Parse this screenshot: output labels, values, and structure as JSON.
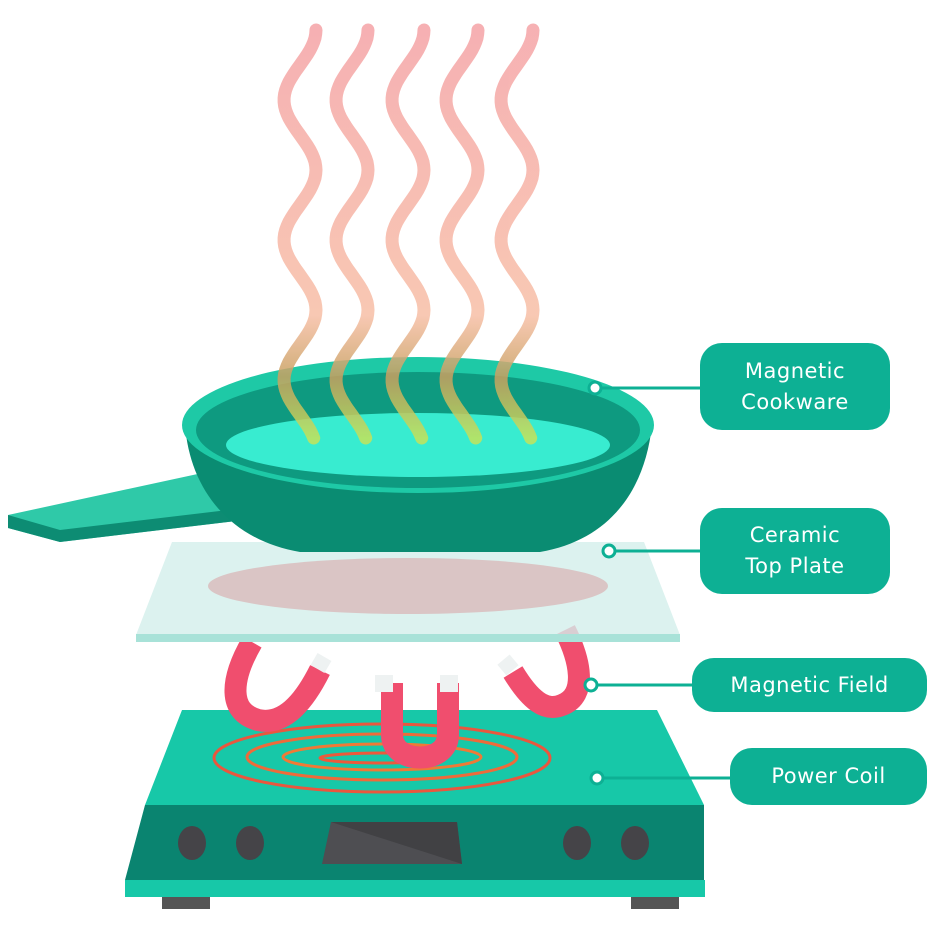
{
  "labels": {
    "cookware": "Magnetic\nCookware",
    "top_plate": "Ceramic\nTop Plate",
    "field": "Magnetic Field",
    "coil": "Power Coil"
  },
  "colors": {
    "label_bg": "#0db094",
    "pan": "#0a8c72",
    "pan_rim": "#1ec9a6",
    "pan_inner": "#38ecd0",
    "stove_top": "#17c8a8",
    "stove_front": "#0a8470",
    "magnet": "#f04e6e",
    "steam_top": "#f5a3a6",
    "steam_bottom": "#c4e35a"
  }
}
